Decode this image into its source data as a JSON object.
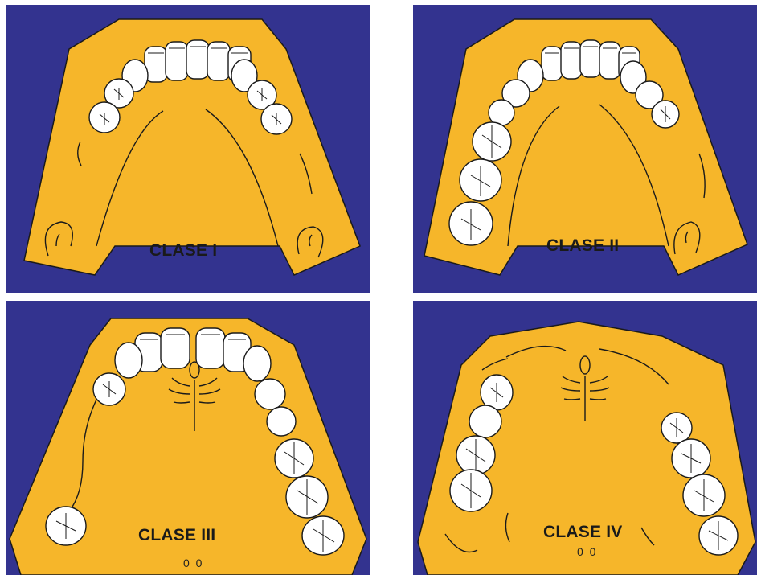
{
  "panels": [
    {
      "label": "CLASE I"
    },
    {
      "label": "CLASE II"
    },
    {
      "label": "CLASE III",
      "mark": "0 0"
    },
    {
      "label": "CLASE IV",
      "mark": "0 0"
    }
  ],
  "colors": {
    "background": "#33338f",
    "arch": "#f6b62a",
    "tooth": "#ffffff",
    "outline": "#1a1a1a"
  }
}
